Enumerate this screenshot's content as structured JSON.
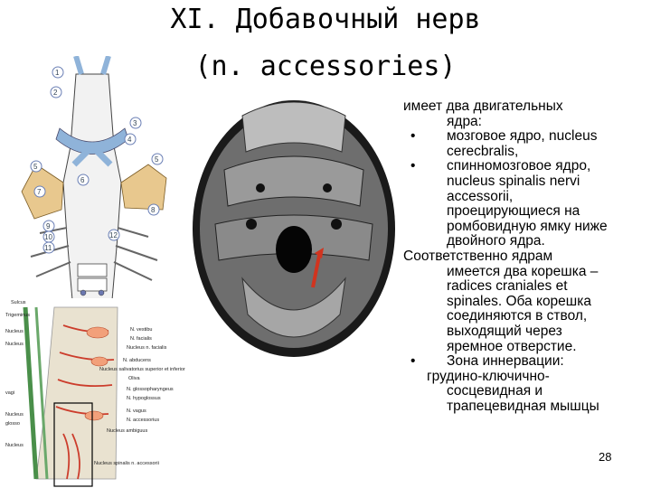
{
  "slide": {
    "title_line1": "XI. Добавочный нерв",
    "title_line2": "(n. accessories)",
    "text": {
      "l1": "имеет два двигательных",
      "l2": "ядра:",
      "bullet": "•",
      "b1a": "мозговое ядро, nucleus",
      "b1b": "cerecbralis,",
      "b2a": "спинномозговое ядро,",
      "b2b": "nucleus spinalis nervi",
      "b2c": "accessorii,",
      "b2d": "проецирующиеся на",
      "b2e": "ромбовидную ямку ниже",
      "b2f": "двойного ядра.",
      "p2a": "Соответственно ядрам",
      "p2b": "имеется два корешка –",
      "p2c": "radices craniales et",
      "p2d": "spinales. Оба корешка",
      "p2e": "соединяются в ствол,",
      "p2f": "выходящий через",
      "p2g": "яремное отверстие.",
      "b3a": "Зона иннервации:",
      "b3b": "грудино-ключично-",
      "b3c": "сосцевидная и",
      "b3d": "трапецевидная мышцы"
    },
    "page_number": "28"
  },
  "figures": {
    "brainstem_numbers": [
      "1",
      "2",
      "3",
      "4",
      "5",
      "5",
      "6",
      "7",
      "8",
      "9",
      "10",
      "11",
      "12"
    ],
    "nuclei_labels": {
      "r1": "N. vestibu",
      "r2": "N. facialis",
      "r3": "Nucleus n. facialis",
      "r4": "N. abducens",
      "r5": "Nucleus salivatorius superior et inferior",
      "r6": "Oliva",
      "r7": "N. glossopharyngeus",
      "r8": "N. hypoglossus",
      "r9": "N. vagus",
      "r10": "N. accessorius",
      "r11": "Nucleus ambiguus",
      "r12": "Nucleus spinalis n. accessorii",
      "l1": "Sulcus",
      "l2": "Trigeminus",
      "l3": "Nucleus",
      "l4": "Nucleus",
      "l5": "vagi",
      "l6": "Nucleus",
      "l7": "glosso",
      "l8": "Nucleus"
    }
  }
}
